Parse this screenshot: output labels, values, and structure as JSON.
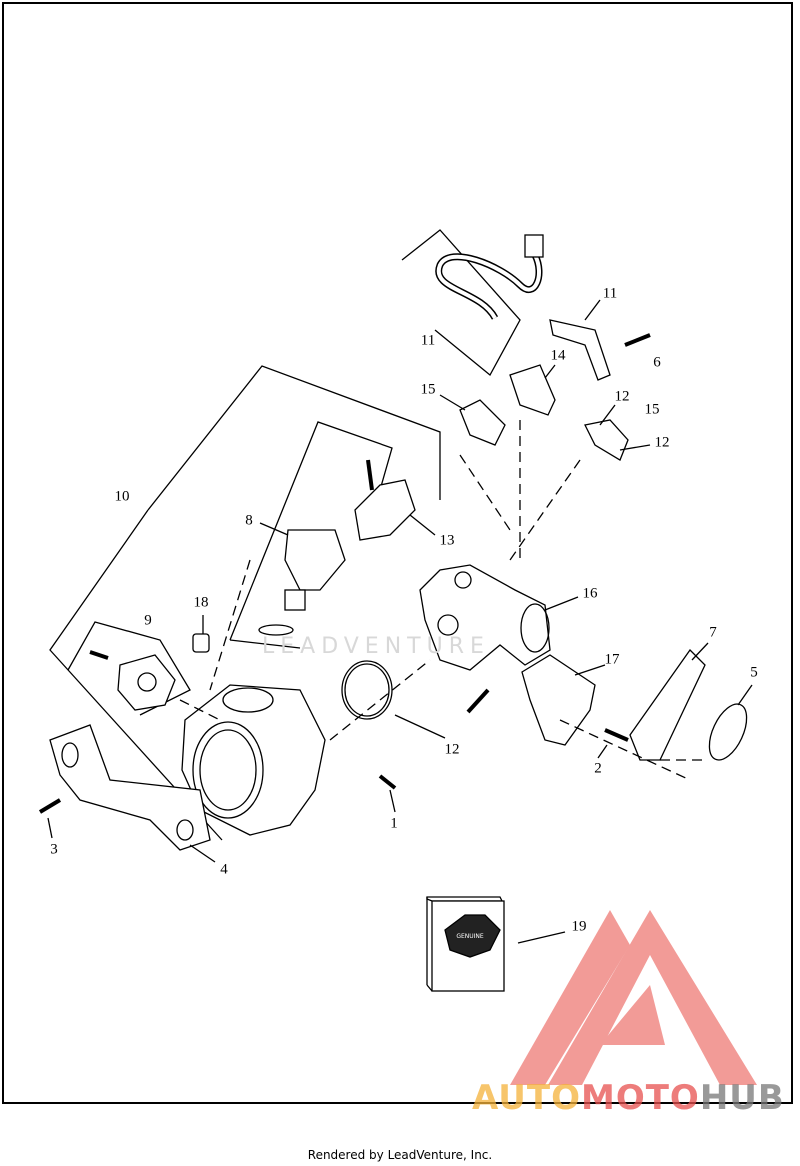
{
  "diagram": {
    "callouts": [
      "11",
      "11",
      "6",
      "14",
      "15",
      "12",
      "15",
      "12",
      "10",
      "8",
      "13",
      "16",
      "18",
      "9",
      "7",
      "17",
      "5",
      "12",
      "2",
      "1",
      "3",
      "4",
      "19"
    ]
  },
  "watermark": {
    "text": "LEADVENTURE"
  },
  "brand": {
    "part1": "AUTO",
    "part2": "MOTO",
    "part3": "HUB",
    "colors": {
      "auto": "#f5b23a",
      "moto": "#e8514f",
      "hub": "#777777",
      "logo": "#f08a85"
    }
  },
  "footer": {
    "text": "Rendered by LeadVenture, Inc."
  }
}
